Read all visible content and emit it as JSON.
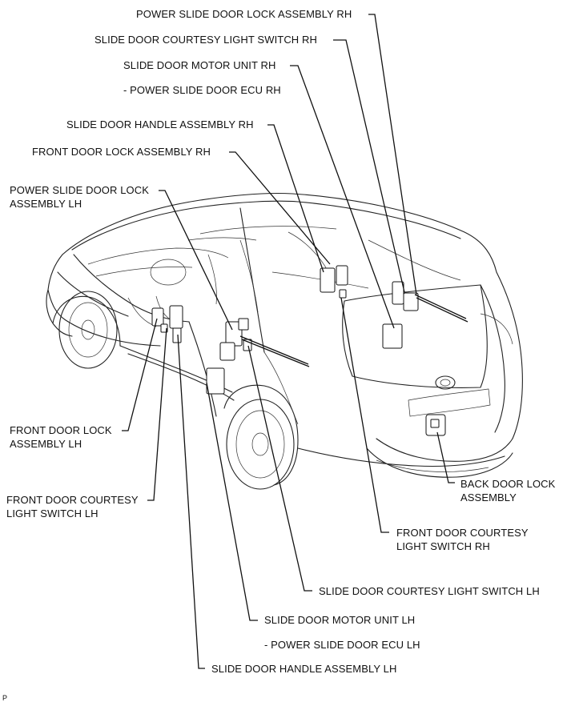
{
  "labels": {
    "power_slide_door_lock_rh": "POWER SLIDE DOOR LOCK ASSEMBLY RH",
    "slide_door_courtesy_rh": "SLIDE DOOR COURTESY LIGHT SWITCH RH",
    "slide_door_motor_rh": "SLIDE DOOR MOTOR UNIT RH",
    "power_slide_door_ecu_rh": "- POWER SLIDE DOOR ECU RH",
    "slide_door_handle_rh": "SLIDE DOOR HANDLE ASSEMBLY RH",
    "front_door_lock_rh": "FRONT DOOR LOCK ASSEMBLY RH",
    "power_slide_door_lock_lh_1": "POWER SLIDE DOOR LOCK",
    "power_slide_door_lock_lh_2": "ASSEMBLY LH",
    "front_door_lock_lh_1": "FRONT DOOR LOCK",
    "front_door_lock_lh_2": "ASSEMBLY LH",
    "front_door_courtesy_lh_1": "FRONT DOOR COURTESY",
    "front_door_courtesy_lh_2": "LIGHT SWITCH LH",
    "back_door_lock_1": "BACK DOOR LOCK",
    "back_door_lock_2": "ASSEMBLY",
    "front_door_courtesy_rh_1": "FRONT DOOR COURTESY",
    "front_door_courtesy_rh_2": "LIGHT SWITCH RH",
    "slide_door_courtesy_lh": "SLIDE DOOR COURTESY LIGHT SWITCH LH",
    "slide_door_motor_lh": "SLIDE DOOR MOTOR UNIT LH",
    "power_slide_door_ecu_lh": "- POWER SLIDE DOOR ECU LH",
    "slide_door_handle_lh": "SLIDE DOOR HANDLE ASSEMBLY LH",
    "corner_code": "P"
  }
}
